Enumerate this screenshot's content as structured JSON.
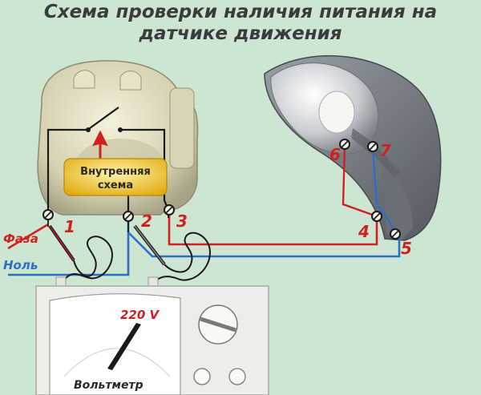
{
  "title": {
    "line1": "Схема проверки наличия питания на",
    "line2": "датчике движения"
  },
  "sensor": {
    "inner_label_1": "Внутренняя",
    "inner_label_2": "схема"
  },
  "wires": {
    "phase_label": "Фаза",
    "neutral_label": "Ноль"
  },
  "terminals": [
    "1",
    "2",
    "3",
    "4",
    "5",
    "6",
    "7"
  ],
  "voltmeter": {
    "reading": "220 V",
    "label": "Вольтметр"
  },
  "colors": {
    "background": "#cde6d2",
    "phase": "#d02020",
    "neutral": "#2d6fc7",
    "wire_black": "#1a1a1a",
    "inner_box": "#e8b820"
  }
}
